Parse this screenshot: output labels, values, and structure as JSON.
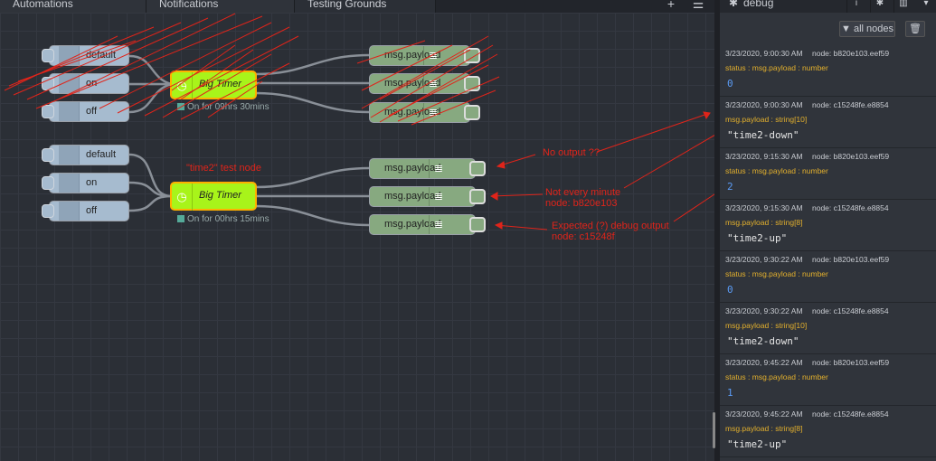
{
  "tabs": [
    "Automations",
    "Notifications",
    "Testing Grounds"
  ],
  "toolbar_icons": {
    "add": "+",
    "list": "☰"
  },
  "flow_top": {
    "inject_labels": [
      "default",
      "on",
      "off"
    ],
    "timer_label": "Big Timer",
    "timer_status": "On for 09hrs 30mins",
    "debug_labels": [
      "msg.payload",
      "msg.payload",
      "msg.payload"
    ]
  },
  "flow_bottom": {
    "inject_labels": [
      "default",
      "on",
      "off"
    ],
    "timer_label": "Big Timer",
    "timer_status": "On for 00hrs 15mins",
    "debug_labels": [
      "msg.payload",
      "msg.payload",
      "msg.payload"
    ]
  },
  "annotations": {
    "test_node": "\"time2\" test node",
    "no_output": "No output ??",
    "not_every_minute_1": "Not every minute",
    "not_every_minute_2": "node: b820e103",
    "expected_1": "Expected (?) debug output",
    "expected_2": "node: c15248f"
  },
  "debug_panel": {
    "title": "debug",
    "header_icons": [
      "i",
      "bug",
      "chart",
      "▾"
    ],
    "filter_label": "all nodes",
    "messages": [
      {
        "date": "3/23/2020, 9:00:30 AM",
        "node": "node: b820e103.eef59",
        "topic": "status : msg.payload : number",
        "value": "0",
        "kind": "num"
      },
      {
        "date": "3/23/2020, 9:00:30 AM",
        "node": "node: c15248fe.e8854",
        "topic": "msg.payload : string[10]",
        "value": "\"time2-down\"",
        "kind": "str"
      },
      {
        "date": "3/23/2020, 9:15:30 AM",
        "node": "node: b820e103.eef59",
        "topic": "status : msg.payload : number",
        "value": "2",
        "kind": "num"
      },
      {
        "date": "3/23/2020, 9:15:30 AM",
        "node": "node: c15248fe.e8854",
        "topic": "msg.payload : string[8]",
        "value": "\"time2-up\"",
        "kind": "str"
      },
      {
        "date": "3/23/2020, 9:30:22 AM",
        "node": "node: b820e103.eef59",
        "topic": "status : msg.payload : number",
        "value": "0",
        "kind": "num"
      },
      {
        "date": "3/23/2020, 9:30:22 AM",
        "node": "node: c15248fe.e8854",
        "topic": "msg.payload : string[10]",
        "value": "\"time2-down\"",
        "kind": "str"
      },
      {
        "date": "3/23/2020, 9:45:22 AM",
        "node": "node: b820e103.eef59",
        "topic": "status : msg.payload : number",
        "value": "1",
        "kind": "num"
      },
      {
        "date": "3/23/2020, 9:45:22 AM",
        "node": "node: c15248fe.e8854",
        "topic": "msg.payload : string[8]",
        "value": "\"time2-up\"",
        "kind": "str"
      }
    ]
  },
  "colors": {
    "annotation": "#e0241a",
    "timer": "#a8f41a",
    "inject": "#a6bbcf",
    "debug": "#87a980"
  }
}
